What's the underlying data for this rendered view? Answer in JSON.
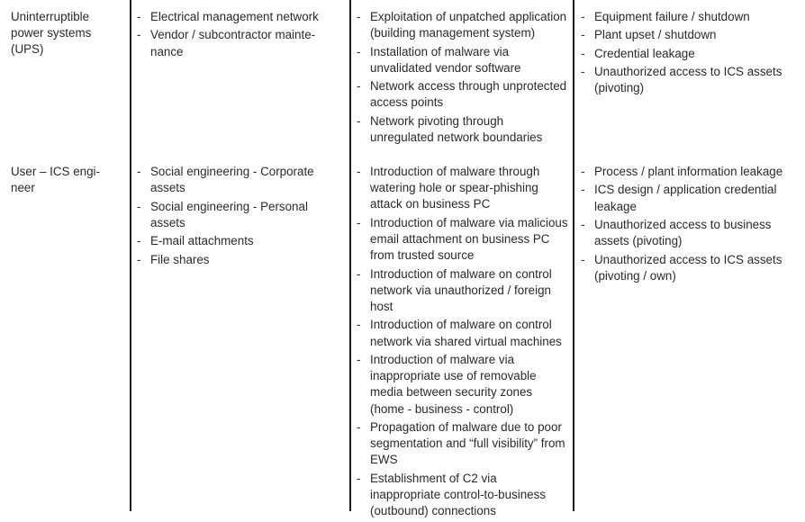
{
  "rows": [
    {
      "asset": "Uninterruptible power systems (UPS)",
      "vectors": [
        "Electrical management network",
        "Vendor / subcontractor mainte-nance"
      ],
      "threats": [
        "Exploitation of unpatched application (building management system)",
        "Installation of malware via unvalidated vendor software",
        "Network access through unprotected access points",
        "Network pivoting through unregulated network boundaries"
      ],
      "impacts": [
        "Equipment failure / shutdown",
        "Plant upset / shutdown",
        "Credential leakage",
        "Unauthorized access to ICS assets (pivoting)"
      ]
    },
    {
      "asset": "User – ICS engi-neer",
      "vectors": [
        "Social engineering - Corporate assets",
        "Social engineering - Personal assets",
        "E-mail attachments",
        "File shares"
      ],
      "threats": [
        "Introduction of malware through watering hole or spear-phishing attack on business PC",
        "Introduction of malware via malicious email attachment on business PC from trusted source",
        "Introduction of malware on control network via unauthorized / foreign host",
        "Introduction of malware on control network via shared virtual machines",
        "Introduction of malware via inappropriate use of removable media between security zones (home - business - control)",
        "Propagation of malware due to poor segmentation and “full visibility” from EWS",
        "Establishment of C2 via inappropriate control-to-business (outbound) connections"
      ],
      "impacts": [
        "Process / plant information leakage",
        "ICS design / application credential leakage",
        "Unauthorized access to business assets (pivoting)",
        "Unauthorized access to ICS assets (pivoting / own)"
      ]
    }
  ]
}
